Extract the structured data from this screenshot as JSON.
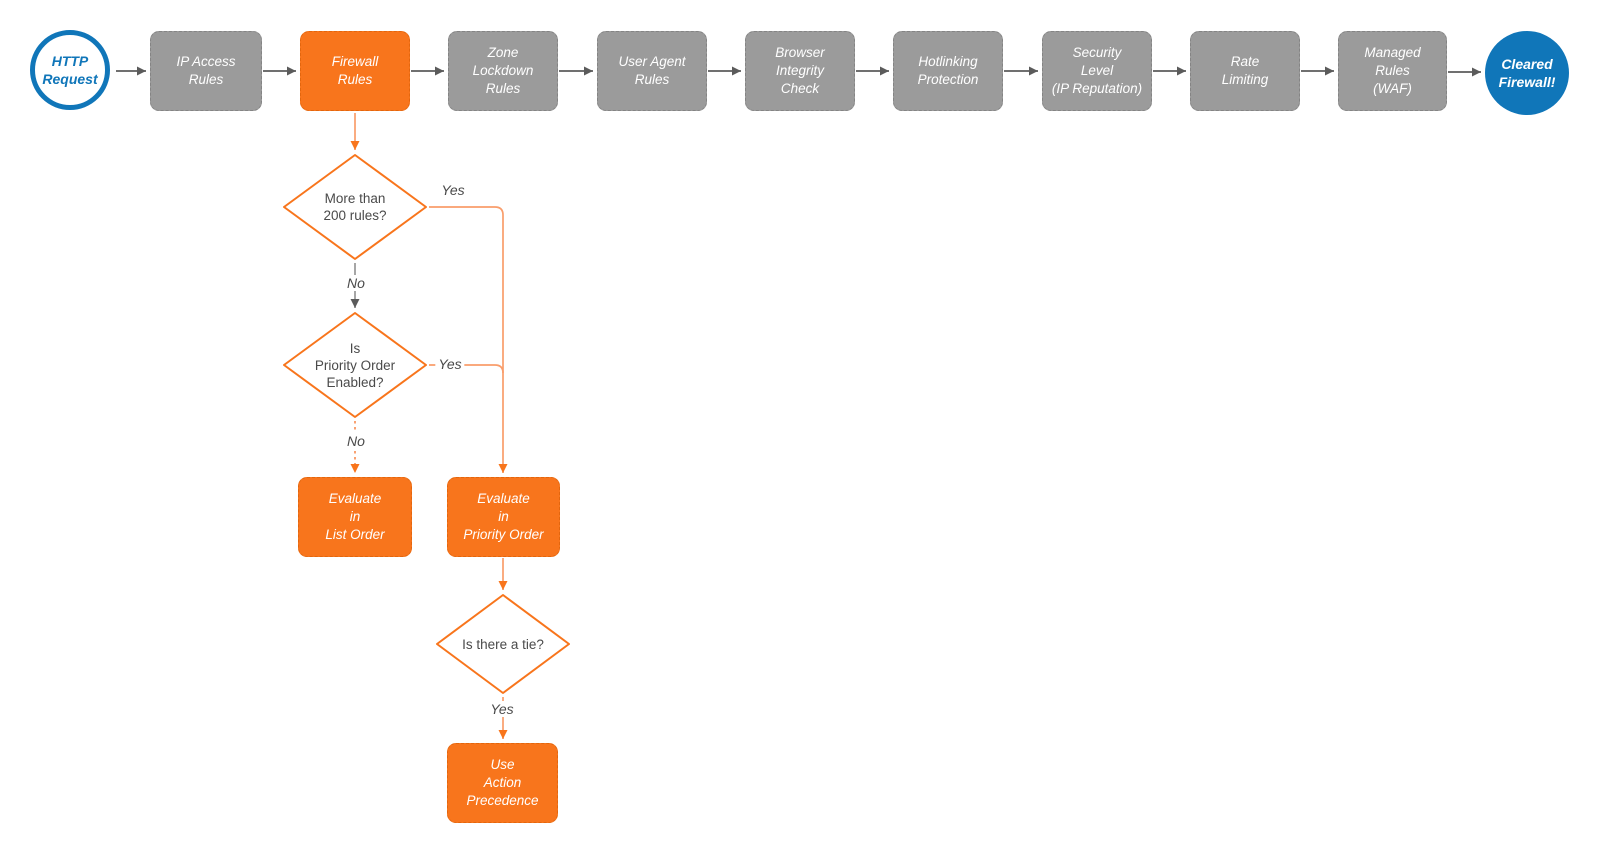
{
  "colors": {
    "accent_orange": "#f8751c",
    "connector_orange_light": "#f99d6b",
    "node_gray": "#9b9b9b",
    "arrow_gray": "#5b5b5b",
    "brand_blue": "#1076b9",
    "text_dark": "#4a4a4a"
  },
  "pipeline": {
    "start_label": "HTTP\nRequest",
    "steps": [
      {
        "id": "ip-access-rules",
        "label": "IP Access\nRules",
        "variant": "gray"
      },
      {
        "id": "firewall-rules",
        "label": "Firewall\nRules",
        "variant": "orange"
      },
      {
        "id": "zone-lockdown-rules",
        "label": "Zone\nLockdown\nRules",
        "variant": "gray"
      },
      {
        "id": "user-agent-rules",
        "label": "User Agent\nRules",
        "variant": "gray"
      },
      {
        "id": "browser-integrity-check",
        "label": "Browser\nIntegrity\nCheck",
        "variant": "gray"
      },
      {
        "id": "hotlinking-protection",
        "label": "Hotlinking\nProtection",
        "variant": "gray"
      },
      {
        "id": "security-level",
        "label": "Security\nLevel\n(IP Reputation)",
        "variant": "gray"
      },
      {
        "id": "rate-limiting",
        "label": "Rate\nLimiting",
        "variant": "gray"
      },
      {
        "id": "managed-rules-waf",
        "label": "Managed\nRules\n(WAF)",
        "variant": "gray"
      }
    ],
    "end_label": "Cleared\nFirewall!"
  },
  "decision_tree": {
    "decision_rules_count": {
      "label": "More than\n200 rules?",
      "yes_label": "Yes",
      "no_label": "No"
    },
    "decision_priority_enabled": {
      "label": "Is\nPriority Order\nEnabled?",
      "yes_label": "Yes",
      "no_label": "No"
    },
    "decision_tie": {
      "label": "Is there a tie?",
      "yes_label": "Yes"
    },
    "evaluate_list_order_label": "Evaluate\nin\nList Order",
    "evaluate_priority_order_label": "Evaluate\nin\nPriority Order",
    "use_action_precedence_label": "Use\nAction\nPrecedence"
  }
}
